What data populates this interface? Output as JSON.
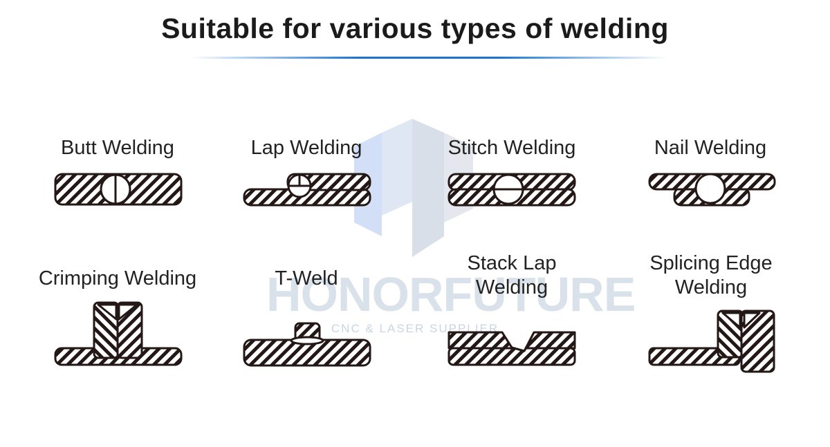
{
  "title": "Suitable for various types of welding",
  "accent_color": "#1a73d6",
  "welding_types": [
    {
      "name": "Butt Welding"
    },
    {
      "name": "Lap Welding"
    },
    {
      "name": "Stitch Welding"
    },
    {
      "name": "Nail Welding"
    },
    {
      "name": "Crimping Welding"
    },
    {
      "name": "T-Weld"
    },
    {
      "name": "Stack Lap",
      "name_line2": "Welding"
    },
    {
      "name": "Splicing Edge",
      "name_line2": "Welding"
    }
  ],
  "watermark": {
    "brand": "HONORFUTURE",
    "tagline": "CNC & LASER SUPPLIER"
  }
}
